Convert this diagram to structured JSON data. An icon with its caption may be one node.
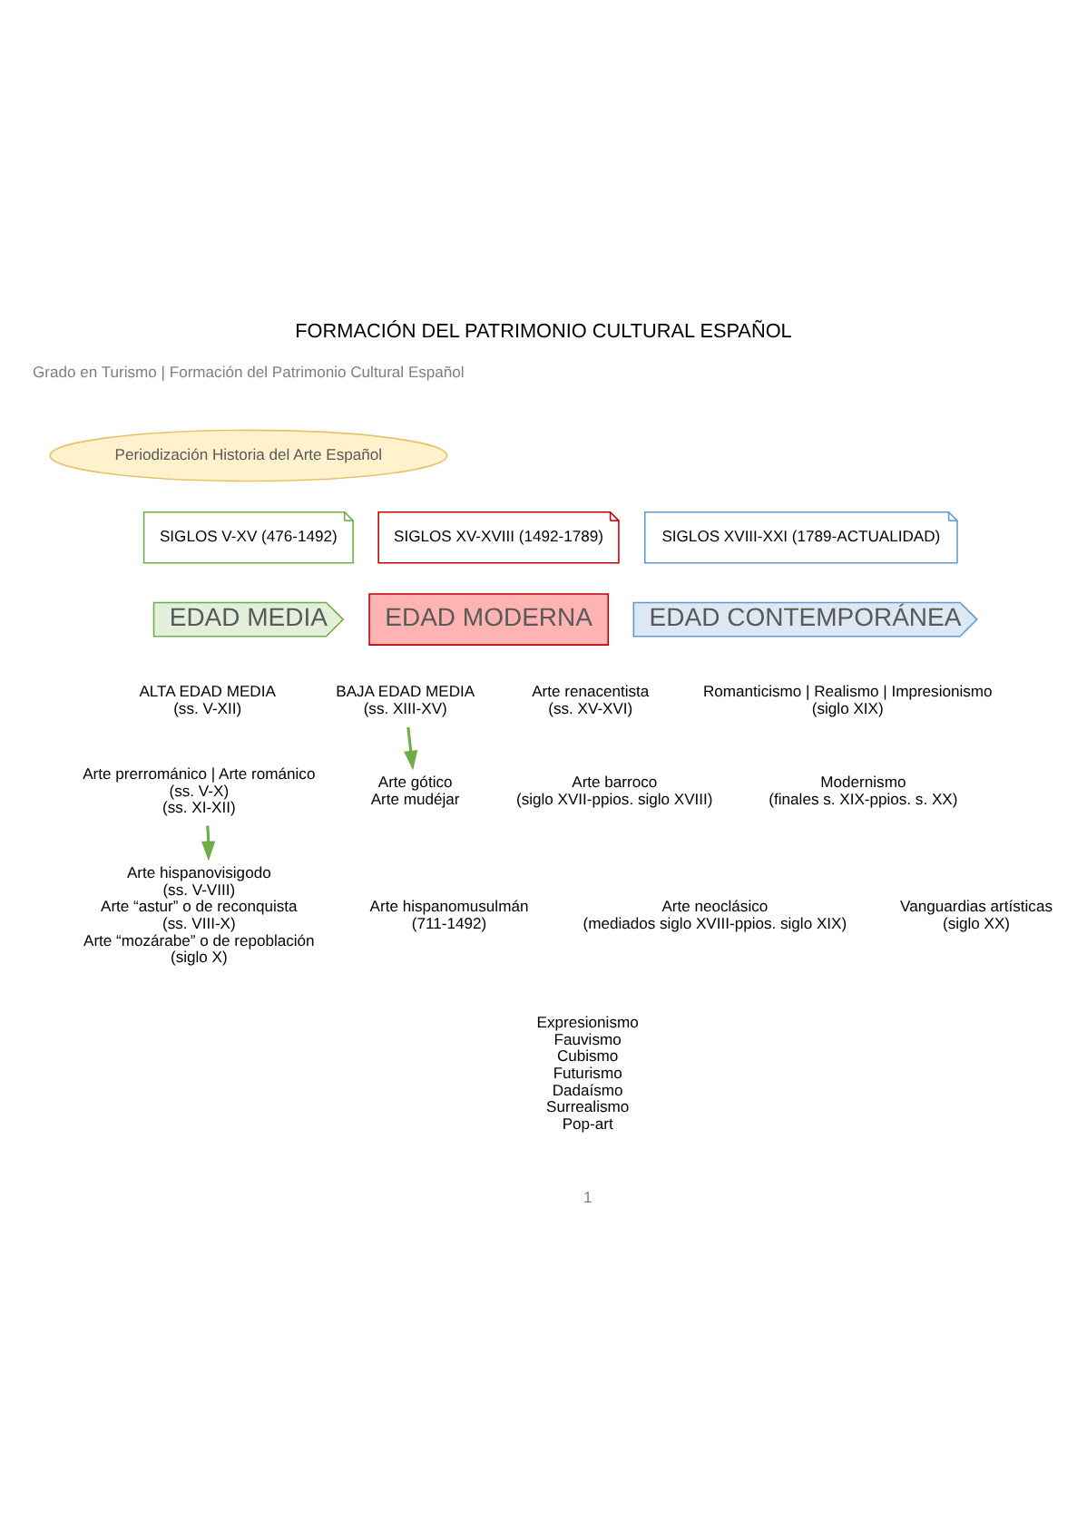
{
  "diagram": {
    "title": "FORMACIÓN DEL PATRIMONIO CULTURAL ESPAÑOL",
    "nodes": [
      {
        "text": [
          "Periodización Historia del Arte Español"
        ]
      },
      {
        "text": [
          "SIGLOS V-XV (476-1492)"
        ]
      },
      {
        "text": [
          "SIGLOS XV-XVIII (1492-1789)"
        ]
      },
      {
        "text": [
          "SIGLOS XVIII-XXI (1789-ACTUALIDAD)"
        ]
      },
      {
        "text": [
          "EDAD MEDIA"
        ]
      },
      {
        "text": [
          "EDAD MODERNA"
        ]
      },
      {
        "text": [
          "EDAD CONTEMPORÁNEA"
        ]
      },
      {
        "text": [
          "ALTA EDAD MEDIA",
          "(ss. V-XII)"
        ]
      },
      {
        "text": [
          "Arte prerrománico | Arte románico",
          "(ss. V-X)",
          "(ss. XI-XII)"
        ]
      },
      {
        "text": [
          "Arte hispanovisigodo",
          "(ss. V-VIII)",
          "Arte “astur” o de reconquista",
          "(ss. VIII-X)",
          "Arte “mozárabe” o de repoblación",
          "(siglo X)"
        ]
      },
      {
        "text": [
          "Arte hispanomusulmán",
          "(711-1492)"
        ]
      },
      {
        "text": [
          "BAJA EDAD MEDIA",
          "(ss. XIII-XV)"
        ]
      },
      {
        "text": [
          "Arte gótico",
          "Arte mudéjar"
        ]
      },
      {
        "text": [
          "Arte renacentista",
          "(ss. XV-XVI)"
        ]
      },
      {
        "text": [
          "Arte barroco",
          "(siglo XVII-ppios. siglo XVIII)"
        ]
      },
      {
        "text": [
          "Arte neoclásico",
          "(mediados siglo XVIII-ppios. siglo XIX)"
        ]
      },
      {
        "text": [
          "Romanticismo | Realismo | Impresionismo",
          "(siglo XIX)"
        ]
      },
      {
        "text": [
          "Modernismo",
          "(finales s. XIX-ppios. s. XX)"
        ]
      },
      {
        "text": [
          "Vanguardias artísticas",
          "(siglo XX)"
        ]
      },
      {
        "text": [
          "Expresionismo",
          "Fauvismo",
          "Cubismo",
          "Futurismo",
          "Dadaísmo",
          "Surrealismo",
          "Pop-art"
        ]
      }
    ],
    "edges": [
      {
        "from": 8,
        "to": 9,
        "arrow": "to"
      },
      {
        "from": 11,
        "to": 12,
        "arrow": "to"
      }
    ],
    "labels": [
      "Grado en Turismo | Formación del Patrimonio Cultural Español",
      "1"
    ]
  }
}
